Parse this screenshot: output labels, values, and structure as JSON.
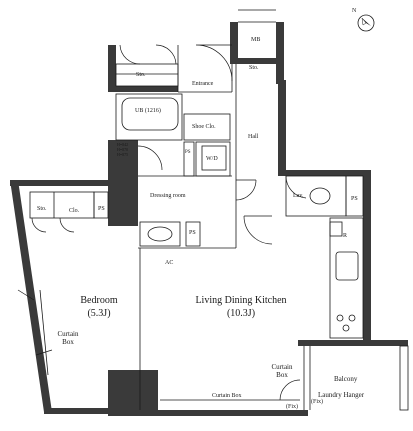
{
  "floorplan": {
    "rooms": {
      "bedroom": {
        "name": "Bedroom",
        "size": "(5.3J)"
      },
      "ldk": {
        "name": "Living Dining Kitchen",
        "size": "(10.3J)"
      },
      "entrance": "Entrance",
      "hall": "Hall",
      "dressing_room": "Dressing room",
      "balcony": "Balcony",
      "unit_bath": "UB (1216)"
    },
    "labels": {
      "mb": "MB",
      "sto_top": "Sto.",
      "sto_right": "Sto.",
      "sto_bedroom": "Sto.",
      "clo": "Clo.",
      "shoe_clo": "Shoe Clo.",
      "wd": "W/D",
      "lav": "Lav.",
      "ps_bedroom": "PS",
      "ps_dressing": "PS",
      "ps_kitchen": "PS",
      "ps_wd": "PS",
      "ac": "AC",
      "r": "R",
      "laundry_hanger": "Laundry Hanger",
      "curtain_box_bottom": "Curtain Box",
      "fix_1": "(Fix)",
      "fix_2": "(Fix)",
      "ub_dim_1": "H=842",
      "ub_dim_2": "H=870",
      "ub_dim_3": "H=875"
    },
    "curtain_box_left": {
      "line1": "Curtain",
      "line2": "Box"
    },
    "curtain_box_right": {
      "line1": "Curtain",
      "line2": "Box"
    },
    "north_icon_label": "N",
    "colors": {
      "wall": "#3a3a3a",
      "line": "#1a1a1a"
    }
  }
}
